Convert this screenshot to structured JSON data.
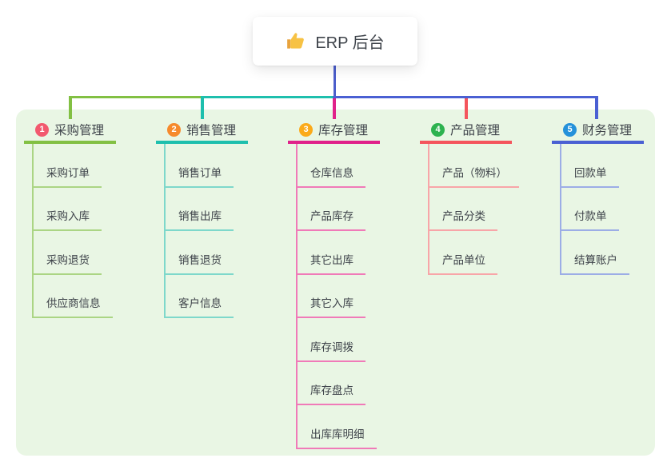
{
  "root": {
    "title": "ERP 后台",
    "icon": "thumbs-up",
    "line_color": "#4c5ecb"
  },
  "canvas": {
    "page_bg": "#ffffff",
    "panel_bg": "#e9f6e4",
    "text_color": "#3e434a"
  },
  "branches": [
    {
      "number": "1",
      "title": "采购管理",
      "badge_color": "#f2596e",
      "line_color": "#82c043",
      "light_color": "#abd584",
      "children": [
        "采购订单",
        "采购入库",
        "采购退货",
        "供应商信息"
      ]
    },
    {
      "number": "2",
      "title": "销售管理",
      "badge_color": "#f68a2c",
      "line_color": "#1ebfad",
      "light_color": "#7ed8cb",
      "children": [
        "销售订单",
        "销售出库",
        "销售退货",
        "客户信息"
      ]
    },
    {
      "number": "3",
      "title": "库存管理",
      "badge_color": "#fbaa1a",
      "line_color": "#e0218a",
      "light_color": "#f07ab8",
      "children": [
        "仓库信息",
        "产品库存",
        "其它出库",
        "其它入库",
        "库存调拨",
        "库存盘点",
        "出库库明细"
      ]
    },
    {
      "number": "4",
      "title": "产品管理",
      "badge_color": "#2db24f",
      "line_color": "#f4555c",
      "light_color": "#f8a5a8",
      "children": [
        "产品（物料）",
        "产品分类",
        "产品单位"
      ]
    },
    {
      "number": "5",
      "title": "财务管理",
      "badge_color": "#2491da",
      "line_color": "#4a60d3",
      "light_color": "#9cade6",
      "children": [
        "回款单",
        "付款单",
        "结算账户"
      ]
    }
  ]
}
